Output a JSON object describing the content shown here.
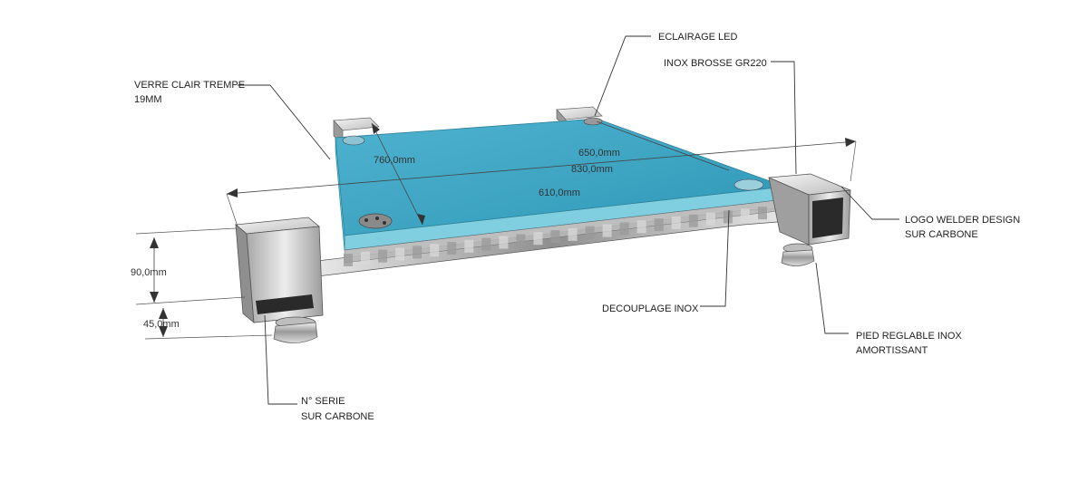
{
  "labels": {
    "verre": [
      "VERRE CLAIR TREMPE",
      "19MM"
    ],
    "eclairage": "ECLAIRAGE LED",
    "inox_brosse": "INOX BROSSE GR220",
    "logo": [
      "LOGO WELDER DESIGN",
      "SUR CARBONE"
    ],
    "decouplage": "DECOUPLAGE INOX",
    "pied": [
      "PIED REGLABLE INOX",
      "AMORTISSANT"
    ],
    "serie": [
      "N° SERIE",
      "SUR CARBONE"
    ]
  },
  "dimensions": {
    "depth": "760,0mm",
    "width_glass": "650,0mm",
    "width_total": "830,0mm",
    "width_inner": "610,0mm",
    "height": "90,0mm",
    "foot": "45,0mm"
  },
  "colors": {
    "glass_top": "#3aa6c4",
    "glass_edge": "#7fcfe0",
    "steel": "#c9c9c9",
    "carbon": "#2a2a2a"
  }
}
